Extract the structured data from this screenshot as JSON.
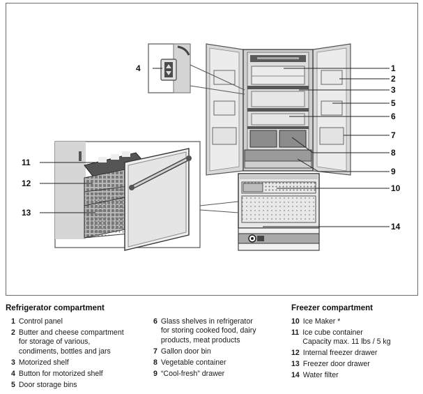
{
  "callouts": [
    "1",
    "2",
    "3",
    "5",
    "6",
    "7",
    "8",
    "9",
    "10",
    "14",
    "4",
    "11",
    "12",
    "13"
  ],
  "legend": {
    "fridge_title": "Refrigerator compartment",
    "freezer_title": "Freezer compartment",
    "col1": [
      {
        "num": "1",
        "lines": [
          "Control panel"
        ]
      },
      {
        "num": "2",
        "lines": [
          "Butter and cheese compartment",
          "for storage of various,",
          "condiments,  bottles and jars"
        ]
      },
      {
        "num": "3",
        "lines": [
          "Motorized shelf"
        ]
      },
      {
        "num": "4",
        "lines": [
          "Button for motorized shelf"
        ]
      },
      {
        "num": "5",
        "lines": [
          "Door storage bins"
        ]
      }
    ],
    "col2": [
      {
        "num": "6",
        "lines": [
          "Glass shelves in refrigerator",
          "for storing cooked food, dairy",
          "products, meat products"
        ]
      },
      {
        "num": "7",
        "lines": [
          "Gallon door bin"
        ]
      },
      {
        "num": "8",
        "lines": [
          "Vegetable container"
        ]
      },
      {
        "num": "9",
        "lines": [
          "“Cool-fresh” drawer"
        ]
      }
    ],
    "col3": [
      {
        "num": "10",
        "lines": [
          "Ice Maker *"
        ]
      },
      {
        "num": "11",
        "lines": [
          "Ice cube container",
          "Capacity max. 11 lbs / 5 kg"
        ]
      },
      {
        "num": "12",
        "lines": [
          "Internal freezer drawer"
        ]
      },
      {
        "num": "13",
        "lines": [
          "Freezer door drawer"
        ]
      },
      {
        "num": "14",
        "lines": [
          "Water filter"
        ]
      }
    ]
  }
}
